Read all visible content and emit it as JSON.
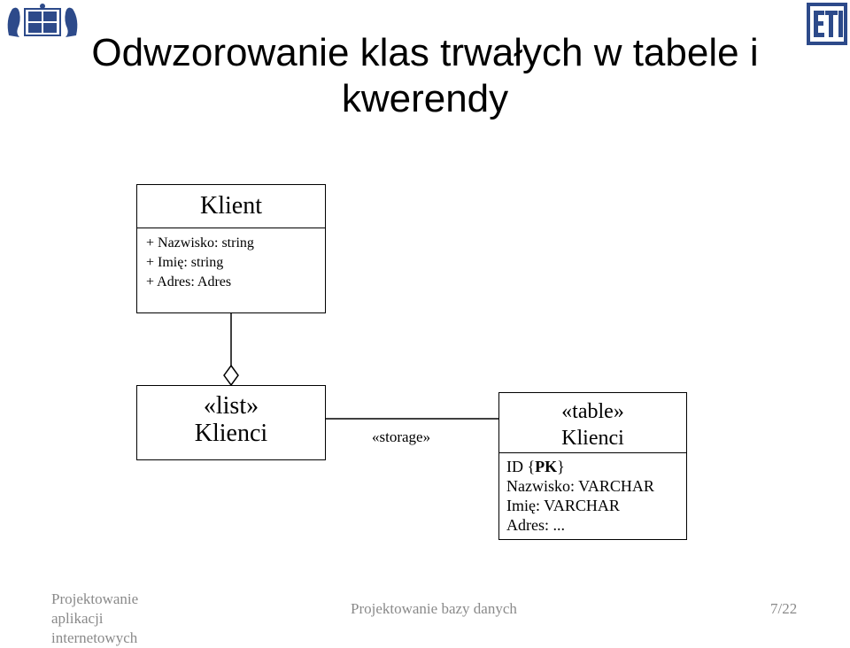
{
  "slide": {
    "title_line1": "Odwzorowanie klas trwałych w tabele i",
    "title_line2": "kwerendy"
  },
  "class_klient": {
    "name": "Klient",
    "attributes": [
      "+ Nazwisko: string",
      "+ Imię: string",
      "+ Adres: Adres"
    ]
  },
  "list_box": {
    "stereotype": "«list»",
    "name": "Klienci"
  },
  "association": {
    "label": "«storage»"
  },
  "table_box": {
    "stereotype": "«table»",
    "name": "Klienci",
    "columns": [
      "ID {PK}",
      "Nazwisko: VARCHAR",
      "Imię: VARCHAR",
      "Adres: ..."
    ]
  },
  "footer": {
    "left_line1": "Projektowanie aplikacji",
    "left_line2": "internetowych",
    "center": "Projektowanie bazy danych",
    "page": "7/22"
  },
  "colors": {
    "logo_blue": "#2d4a8a",
    "footer_gray": "#8a8a8a"
  }
}
